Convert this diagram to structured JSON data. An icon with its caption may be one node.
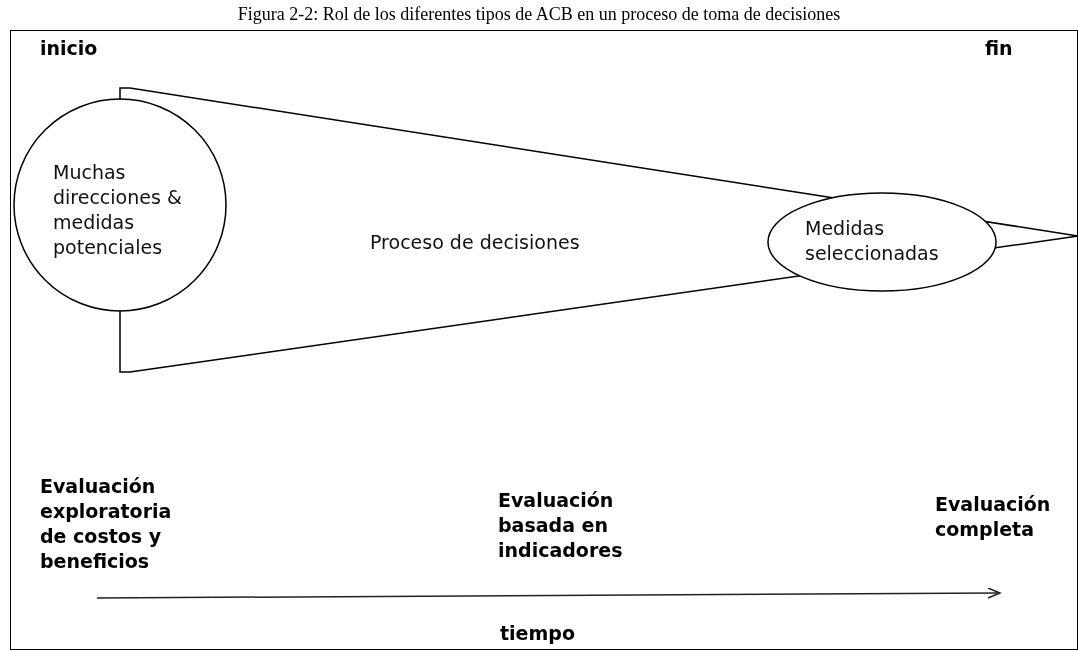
{
  "diagram": {
    "title": "Figura 2-2: Rol de los diferentes tipos de ACB en un proceso de toma de decisiones",
    "nodes": [
      {
        "text": [
          "Proceso de decisiones"
        ]
      },
      {
        "text": [
          "Muchas direcciones & medidas potenciales"
        ]
      },
      {
        "text": [
          "Medidas seleccionadas"
        ],
        "in": 0
      }
    ],
    "edges": [],
    "labels": [
      "inicio",
      "fin",
      "Evaluación exploratoria de costos y beneficios",
      "Evaluación basada en indicadores",
      "Evaluación completa",
      "tiempo"
    ]
  }
}
